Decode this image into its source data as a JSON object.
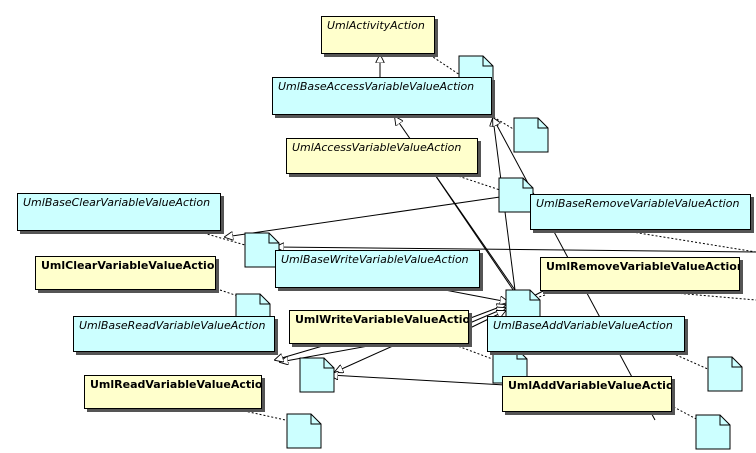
{
  "colors": {
    "abstract_fill": "#ffffcc",
    "generated_fill": "#ccffff",
    "note_fill": "#ccffff",
    "line": "#000000"
  },
  "classes": {
    "uml_activity_action": "UmlActivityAction",
    "uml_base_access_variable_value_action": "UmlBaseAccessVariableValueAction",
    "uml_access_variable_value_action": "UmlAccessVariableValueAction",
    "uml_base_clear_variable_value_action": "UmlBaseClearVariableValueAction",
    "uml_base_remove_variable_value_action": "UmlBaseRemoveVariableValueAction",
    "uml_clear_variable_value_action": "UmlClearVariableValueAction",
    "uml_base_write_variable_value_action": "UmlBaseWriteVariableValueAction",
    "uml_remove_variable_value_action": "UmlRemoveVariableValueAction",
    "uml_base_read_variable_value_action": "UmlBaseReadVariableValueAction",
    "uml_write_variable_value_action": "UmlWriteVariableValueAction",
    "uml_base_add_variable_value_action": "UmlBaseAddVariableValueAction",
    "uml_read_variable_value_action": "UmlReadVariableValueAction",
    "uml_add_variable_value_action": "UmlAddVariableValueAction"
  }
}
